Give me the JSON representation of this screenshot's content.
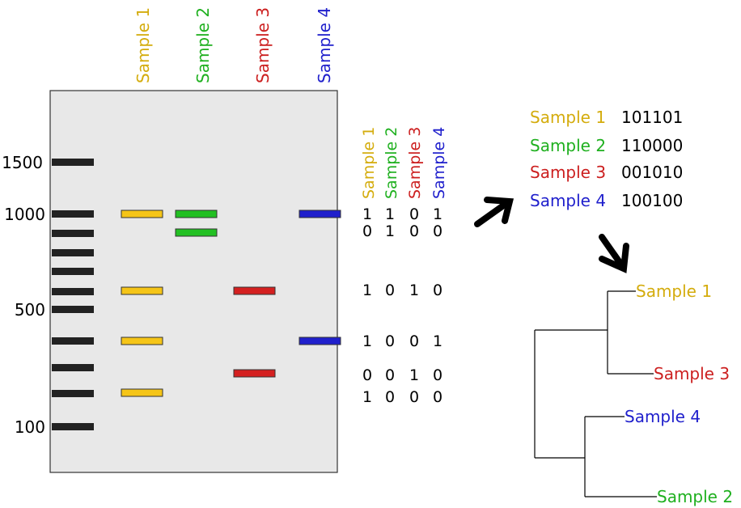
{
  "colors": {
    "sample1": "#d4ac0d",
    "sample2": "#1fb01f",
    "sample3": "#cc1f1f",
    "sample4": "#1f1fcc",
    "sample1_band": "#f5c518",
    "sample2_band": "#22c022",
    "sample3_band": "#d42020",
    "sample4_band": "#2020cc",
    "gel": "#e8e8e8",
    "ladder": "#222222",
    "text": "#000000"
  },
  "samples": [
    {
      "label": "Sample 1",
      "color_key": "sample1"
    },
    {
      "label": "Sample 2",
      "color_key": "sample2"
    },
    {
      "label": "Sample 3",
      "color_key": "sample3"
    },
    {
      "label": "Sample 4",
      "color_key": "sample4"
    }
  ],
  "ladder_labels": [
    "1500",
    "1000",
    "500",
    "100"
  ],
  "matrix_header": [
    "Sample 1",
    "Sample 2",
    "Sample 3",
    "Sample 4"
  ],
  "matrix_rows": [
    [
      "1",
      "1",
      "0",
      "1"
    ],
    [
      "0",
      "1",
      "0",
      "0"
    ],
    [
      "1",
      "0",
      "1",
      "0"
    ],
    [
      "1",
      "0",
      "0",
      "1"
    ],
    [
      "0",
      "0",
      "1",
      "0"
    ],
    [
      "1",
      "0",
      "0",
      "0"
    ]
  ],
  "binary_codes": [
    {
      "label": "Sample 1",
      "code": "101101",
      "color_key": "sample1"
    },
    {
      "label": "Sample 2",
      "code": "110000",
      "color_key": "sample2"
    },
    {
      "label": "Sample 3",
      "code": "001010",
      "color_key": "sample3"
    },
    {
      "label": "Sample 4",
      "code": "100100",
      "color_key": "sample4"
    }
  ],
  "tree_leaves": [
    {
      "label": "Sample 1",
      "color_key": "sample1"
    },
    {
      "label": "Sample 3",
      "color_key": "sample3"
    },
    {
      "label": "Sample 4",
      "color_key": "sample4"
    },
    {
      "label": "Sample 2",
      "color_key": "sample2"
    }
  ]
}
